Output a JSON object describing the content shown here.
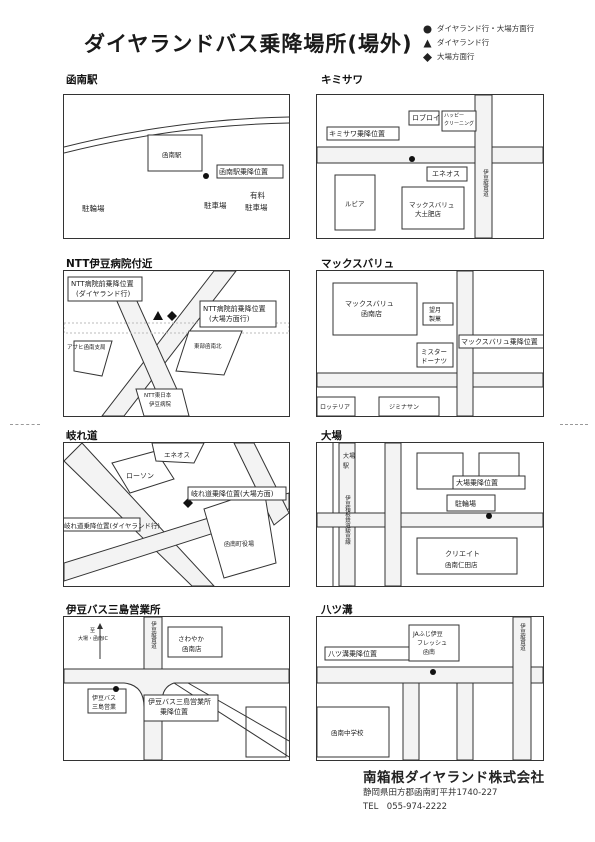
{
  "header": {
    "title": "ダイヤランドバス乗降場所(場外)"
  },
  "legend": [
    {
      "marker": "circle",
      "label": "ダイヤランド行・大場方面行"
    },
    {
      "marker": "triangle",
      "label": "ダイヤランド行"
    },
    {
      "marker": "diamond",
      "label": "大場方面行"
    }
  ],
  "sections": {
    "kannami": {
      "title": "函南駅",
      "station": "函南駅",
      "stop": "函南駅乗降位置",
      "parking": "駐輪場",
      "parking2": "駐車場",
      "paid1": "有料",
      "paid2": "駐車場"
    },
    "kimisawa": {
      "title": "キミサワ",
      "stop": "キミサワ乗降位置",
      "robroy": "ロブロイ",
      "happy1": "ハッピー",
      "happy2": "クリーニング",
      "eneos": "エネオス",
      "rubia": "ルビア",
      "max1": "マックスバリュ",
      "max2": "大土肥店",
      "road": "伊豆縦貫道"
    },
    "ntt": {
      "title": "NTT伊豆病院付近",
      "stop1a": "NTT病院前乗降位置",
      "stop1b": "(ダイヤランド行)",
      "stop2a": "NTT病院前乗降位置",
      "stop2b": "(大場方面行)",
      "asahi": "アサヒ函南支局",
      "hospital1": "NTT東日本",
      "hospital2": "伊豆病院",
      "tokai": "東部函南北"
    },
    "maxvalu": {
      "title": "マックスバリュ",
      "store1": "マックスバリュ",
      "store2": "函南店",
      "bakery1": "望月",
      "bakery2": "製菓",
      "stop": "マックスバリュ乗降位置",
      "misdo1": "ミスター",
      "misdo2": "ドーナツ",
      "lotteria": "ロッテリア",
      "jiminsan": "ジミナサン"
    },
    "kurodo": {
      "title": "岐れ道",
      "eneos": "エネオス",
      "lawson": "ローソン",
      "stop1": "岐れ道乗降位置(大場方面)",
      "stop2": "岐れ道乗降位置(ダイヤランド行)",
      "office": "函南町役場"
    },
    "oba": {
      "title": "大場",
      "station1": "大場",
      "station2": "駅",
      "line": "伊豆箱根鉄道駿豆線",
      "stop": "大場乗降位置",
      "bike": "駐輪場",
      "create1": "クリエイト",
      "create2": "函南仁田店"
    },
    "mishima": {
      "title": "伊豆バス三島営業所",
      "dir1": "至",
      "dir2": "大場・函南IC",
      "road": "伊豆縦貫道",
      "sawayaka1": "さわやか",
      "sawayaka2": "函南店",
      "office1": "伊豆バス",
      "office2": "三島営業",
      "stop1": "伊豆バス三島営業所",
      "stop2": "乗降位置"
    },
    "yatsuya": {
      "title": "八ツ溝",
      "stop": "八ツ溝乗降位置",
      "ja1": "JAふじ伊豆",
      "ja2": "フレッシュ",
      "ja3": "函南",
      "school": "函南中学校",
      "road": "伊豆縦貫道"
    }
  },
  "footer": {
    "company": "南箱根ダイヤランド株式会社",
    "address": "静岡県田方郡函南町平井1740-227",
    "tel": "TEL　055-974-2222"
  }
}
